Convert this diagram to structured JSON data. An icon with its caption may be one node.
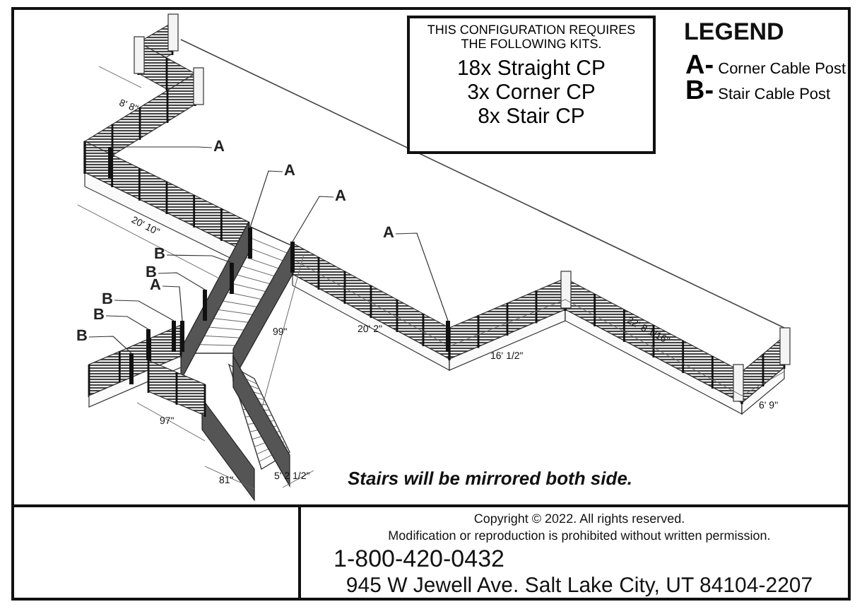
{
  "diagram": {
    "nodes": [
      {
        "text": [
          "THIS CONFIGURATION REQUIRES THE FOLLOWING KITS.",
          "18x Straight CP",
          "3x Corner CP",
          "8x Stair CP"
        ]
      },
      {
        "text": [
          "A"
        ]
      },
      {
        "text": [
          "A"
        ]
      },
      {
        "text": [
          "A"
        ]
      },
      {
        "text": [
          "A"
        ]
      },
      {
        "text": [
          "B"
        ]
      },
      {
        "text": [
          "B"
        ]
      },
      {
        "text": [
          "A"
        ]
      },
      {
        "text": [
          "B"
        ]
      },
      {
        "text": [
          "B"
        ]
      },
      {
        "text": [
          "B"
        ]
      },
      {
        "text": [],
        "shape": "bar"
      },
      {
        "text": [],
        "shape": "bar"
      },
      {
        "text": [],
        "shape": "bar"
      },
      {
        "text": [],
        "shape": "bar"
      },
      {
        "text": [],
        "shape": "bar"
      },
      {
        "text": [],
        "shape": "bar"
      },
      {
        "text": [],
        "shape": "bar"
      },
      {
        "text": [],
        "shape": "bar"
      },
      {
        "text": [],
        "shape": "bar"
      },
      {
        "text": [],
        "shape": "bar"
      }
    ],
    "edges": [
      {
        "from": 1,
        "to": 11,
        "arrow": "none"
      },
      {
        "from": 2,
        "to": 12,
        "arrow": "none"
      },
      {
        "from": 3,
        "to": 13,
        "arrow": "none"
      },
      {
        "from": 4,
        "to": 14,
        "arrow": "none"
      },
      {
        "from": 5,
        "to": 15,
        "arrow": "none"
      },
      {
        "from": 6,
        "to": 16,
        "arrow": "none"
      },
      {
        "from": 7,
        "to": 17,
        "arrow": "none"
      },
      {
        "from": 8,
        "to": 18,
        "arrow": "none"
      },
      {
        "from": 9,
        "to": 19,
        "arrow": "none"
      },
      {
        "from": 10,
        "to": 20,
        "arrow": "none"
      }
    ],
    "labels": [
      "LEGEND",
      "8' 8\"",
      "20' 10\"",
      "99\"",
      "20' 2\"",
      "16' 1/2\"",
      "22' 8 1/16\"",
      "6' 9\"",
      "97\"",
      "81\"",
      "5' 2 1/2\"",
      "Stairs will be mirrored both side.",
      "Copyright © 2022. All rights reserved.",
      "Modification or reproduction is prohibited without written permission.",
      "1-800-420-0432",
      "945 W Jewell Ave. Salt Lake City, UT 84104-2207"
    ],
    "legend": [
      {
        "text": "**A-** Corner Cable Post"
      },
      {
        "text": "**B-** Stair Cable Post"
      }
    ]
  }
}
